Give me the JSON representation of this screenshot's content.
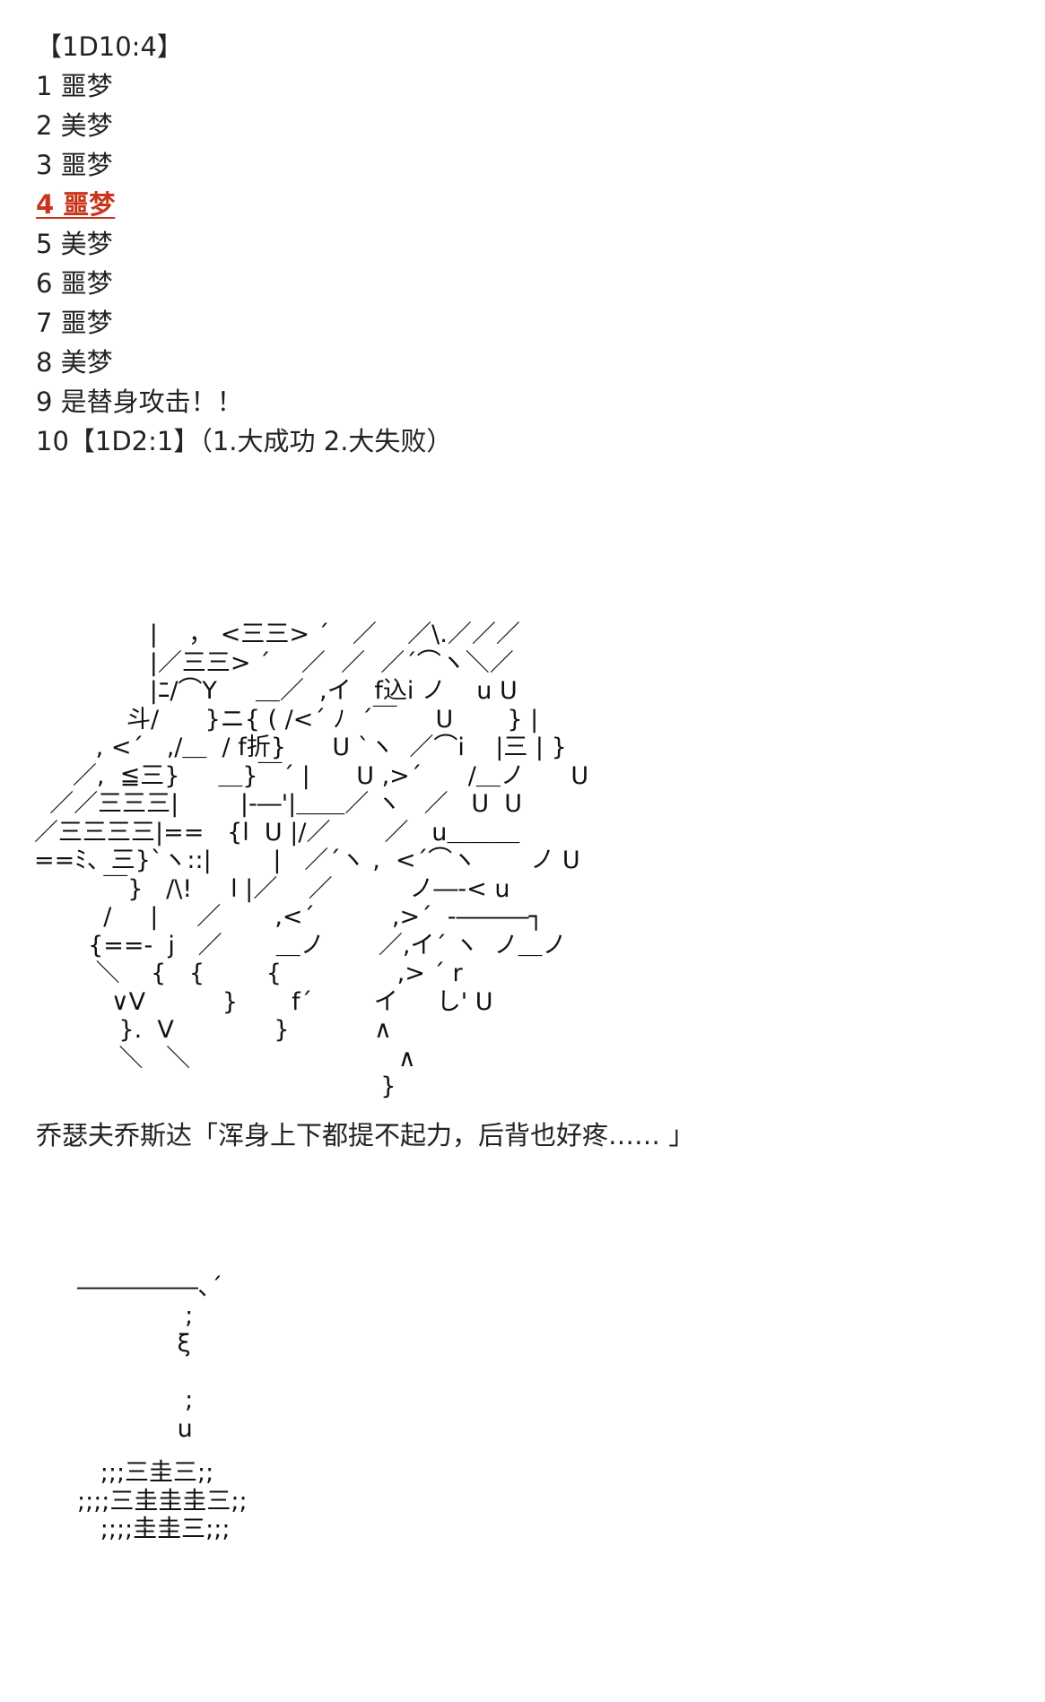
{
  "roll_header": "【1D10:4】",
  "roll_options": [
    {
      "text": "1 噩梦",
      "highlighted": false
    },
    {
      "text": "2 美梦",
      "highlighted": false
    },
    {
      "text": "3 噩梦",
      "highlighted": false
    },
    {
      "text": "4 噩梦",
      "highlighted": true
    },
    {
      "text": "5 美梦",
      "highlighted": false
    },
    {
      "text": "6 噩梦",
      "highlighted": false
    },
    {
      "text": "7 噩梦",
      "highlighted": false
    },
    {
      "text": "8 美梦",
      "highlighted": false
    },
    {
      "text": "9 是替身攻击！！",
      "highlighted": false
    },
    {
      "text": "10【1D2:1】（1.大成功 2.大失败）",
      "highlighted": false
    }
  ],
  "highlight_color": "#c8341c",
  "ascii_art_figure": "               |    ， <三三> ´   ／    ／\\.／／／\n               |／三三> ´    ／  ／  ／´⌒ヽ＼／\n               |ﾆ/⌒Y     ＿／  ,イ   f込i ノ    u U\n            斗/      }ニ{ ( /<´ ﾉ  ´￣     U       } |\n        , <´   ,/＿  / f折}      U `ヽ  ／⌒i    |三 | }\n     ／,  ≦三}     ＿}￣´ |      U ,>´      /＿ノ      U\n  ／／三三三|        |-―'|＿＿／ ヽ   ／   U  U\n／三三三三|==   {l  U |/／       ／   u＿＿＿\n==ﾐ、三}`ヽ::|        |   ／´ヽ ,  <´⌒ヽ       ノ U\n         ￣}   /\\!     l |／    ／          ノ―‐< u\n         /     |     ／       ,<´          ,>´  ‐―――┐\n       {==-  j   ／       ＿ノ       ／,イ´ ヽ  ノ＿ノ\n        ＼    {   {        {               ,> ´ r\n          ∨V          }       f´        イ     し' U\n           }.  V             }           ∧\n           ＼   ＼                           ∧\n                                             }",
  "dialogue": "乔瑟夫乔斯达「浑身上下都提不起力，后背也好疼…… 」",
  "ascii_art_drip": "―――――､´\n              ;\n             ξ\n\n              ;\n             u",
  "ascii_art_puddle": "   ;;;三圭三;;\n;;;;三圭圭圭三;;\n   ;;;;圭圭三;;;"
}
